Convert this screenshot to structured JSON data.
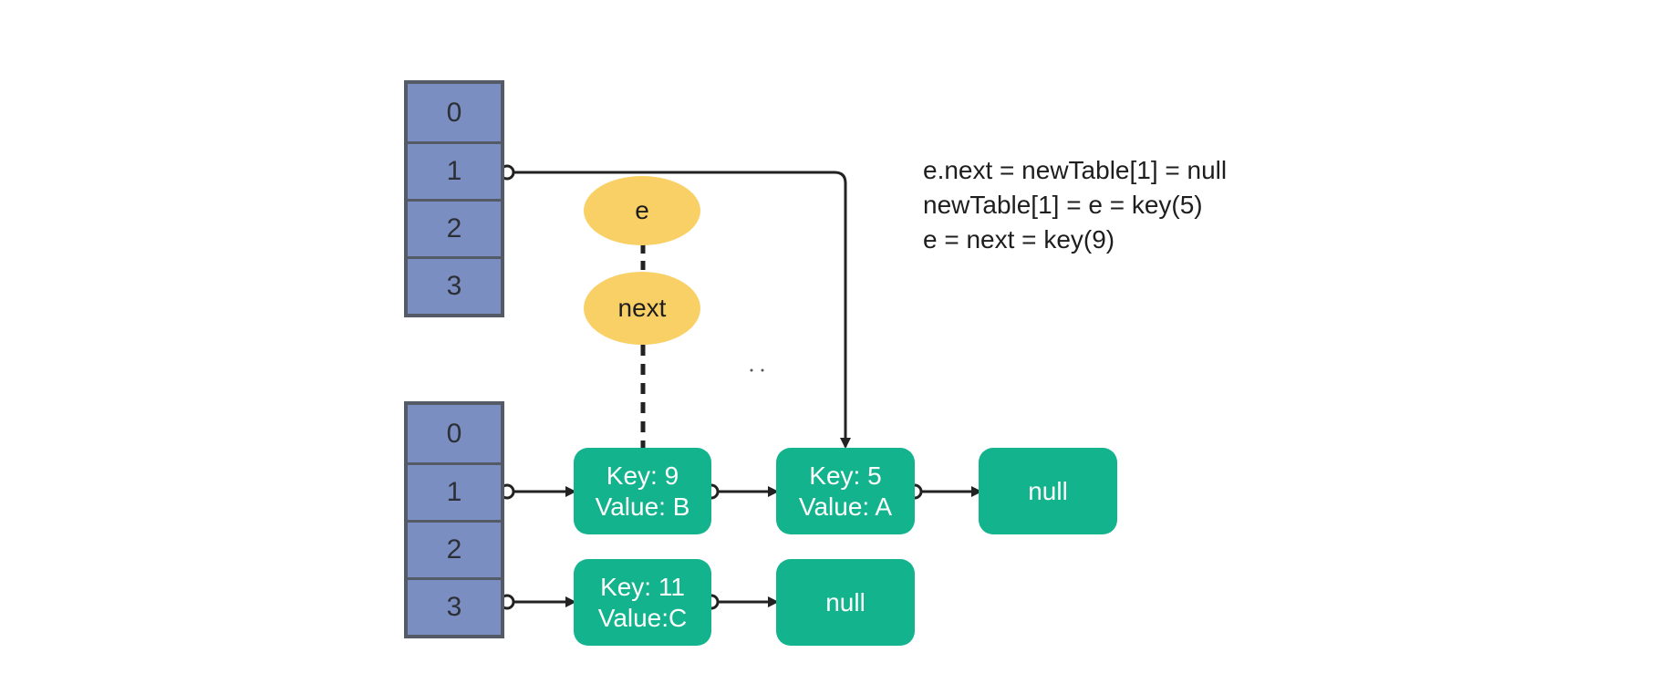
{
  "old_table": {
    "slots": [
      "0",
      "1",
      "2",
      "3"
    ]
  },
  "new_table": {
    "slots": [
      "0",
      "1",
      "2",
      "3"
    ]
  },
  "pointers": {
    "e": "e",
    "next": "next"
  },
  "nodes": {
    "key9": {
      "key": "Key: 9",
      "value": "Value: B"
    },
    "key5": {
      "key": "Key: 5",
      "value": "Value: A"
    },
    "null_row1": "null",
    "key11": {
      "key": "Key: 11",
      "value": "Value:C"
    },
    "null_row3": "null"
  },
  "notes": [
    "e.next = newTable[1] = null",
    "newTable[1] = e = key(5)",
    "e = next = key(9)"
  ],
  "colors": {
    "table_fill": "#7b8ec2",
    "table_border": "#555b66",
    "node_fill": "#13b48d",
    "pointer_fill": "#f9d065",
    "arrow": "#222222"
  }
}
